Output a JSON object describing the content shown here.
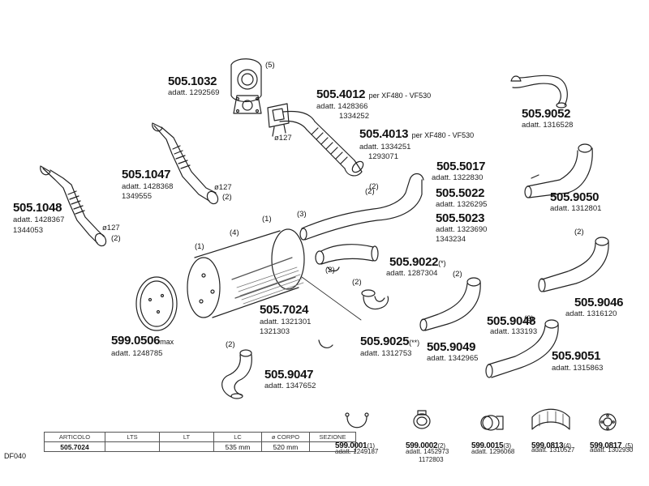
{
  "parts": [
    {
      "code": "505.1032",
      "note": "",
      "adatt": [
        "adatt. 1292569"
      ]
    },
    {
      "code": "505.4012",
      "note": "per  XF480  -  VF530",
      "adatt": [
        "adatt. 1428366",
        "1334252"
      ]
    },
    {
      "code": "505.4013",
      "note": "per  XF480  -  VF530",
      "adatt": [
        "adatt. 1334251",
        "1293071"
      ]
    },
    {
      "code": "505.9052",
      "note": "",
      "adatt": [
        "adatt. 1316528"
      ]
    },
    {
      "code": "505.1047",
      "note": "",
      "adatt": [
        "adatt. 1428368",
        "1349555"
      ]
    },
    {
      "code": "505.1048",
      "note": "",
      "adatt": [
        "adatt. 1428367",
        "1344053"
      ]
    },
    {
      "code": "505.5017",
      "note": "",
      "adatt": [
        "adatt. 1322830"
      ]
    },
    {
      "code": "505.5022",
      "note": "",
      "adatt": [
        "adatt. 1326295"
      ]
    },
    {
      "code": "505.5023",
      "note": "",
      "adatt": [
        "adatt. 1323690",
        "1343234"
      ]
    },
    {
      "code": "505.9050",
      "note": "",
      "adatt": [
        "adatt. 1312801"
      ]
    },
    {
      "code": "505.9022",
      "note": "(*)",
      "adatt": [
        "adatt. 1287304"
      ]
    },
    {
      "code": "505.7024",
      "note": "",
      "adatt": [
        "adatt. 1321301",
        "1321303"
      ]
    },
    {
      "code": "599.0506",
      "note": "max",
      "adatt": [
        "adatt. 1248785"
      ]
    },
    {
      "code": "505.9046",
      "note": "",
      "adatt": [
        "adatt. 1316120"
      ]
    },
    {
      "code": "505.9048",
      "note": "",
      "adatt": [
        "adatt. 133193"
      ]
    },
    {
      "code": "505.9025",
      "note": "(**)",
      "adatt": [
        "adatt. 1312753"
      ]
    },
    {
      "code": "505.9049",
      "note": "",
      "adatt": [
        "adatt. 1342965"
      ]
    },
    {
      "code": "505.9051",
      "note": "",
      "adatt": [
        "adatt. 1315863"
      ]
    },
    {
      "code": "505.9047",
      "note": "",
      "adatt": [
        "adatt. 1347652"
      ]
    },
    {
      "code": "599.0001",
      "note": "(1)",
      "adatt": [
        "adatt. 1249187"
      ]
    },
    {
      "code": "599.0002",
      "note": "(2)",
      "adatt": [
        "adatt. 1452973",
        "1172803"
      ]
    },
    {
      "code": "599.0015",
      "note": "(3)",
      "adatt": [
        "adatt. 1296068"
      ]
    },
    {
      "code": "599.0813",
      "note": "(4)",
      "adatt": [
        "adatt. 1310527"
      ]
    },
    {
      "code": "599.0817",
      "note": "(5)",
      "adatt": [
        "adatt. 1302930"
      ]
    }
  ],
  "markers": [
    "(5)",
    "(2)",
    "(2)",
    "(2)",
    "(2)",
    "(3)",
    "(1)",
    "(4)",
    "(1)",
    "(2)",
    "(2)",
    "(2)",
    "(2)",
    "(2)",
    "(2)"
  ],
  "diameters": [
    "ø127",
    "ø127",
    "ø127"
  ],
  "table": {
    "headers": [
      "ARTICOLO",
      "LTS",
      "LT",
      "LC",
      "ø CORPO",
      "SEZIONE"
    ],
    "row": [
      "505.7024",
      "",
      "",
      "535  mm",
      "520  mm",
      ""
    ]
  },
  "diagram_id": "DF040"
}
